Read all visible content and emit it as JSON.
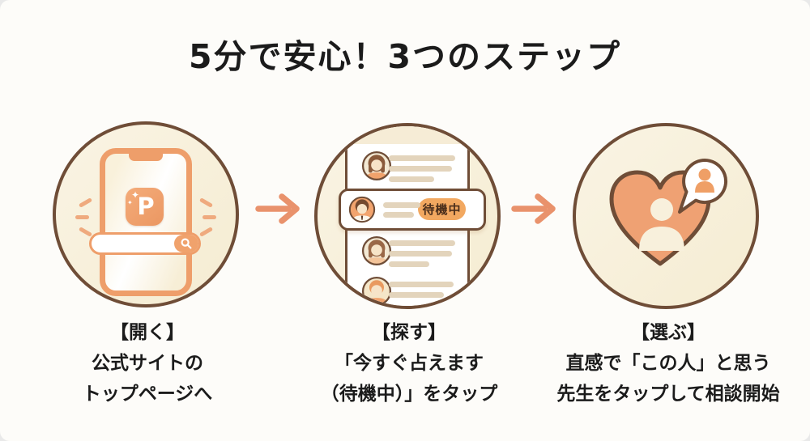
{
  "title": "5分で安心！3つのステップ",
  "steps": [
    {
      "caption_title": "【開く】",
      "caption_line1": "公式サイトの",
      "caption_line2": "トップページへ",
      "logo_letter": "P",
      "icons": [
        "smartphone",
        "app-logo-p-sparkle",
        "search-magnifier",
        "shine-dashes"
      ]
    },
    {
      "caption_title": "【探す】",
      "caption_line1": "「今すぐ占えます",
      "caption_line2": "（待機中）」をタップ",
      "badge_label": "待機中",
      "icons": [
        "teacher-list",
        "teacher-avatars",
        "status-badge"
      ]
    },
    {
      "caption_title": "【選ぶ】",
      "caption_line1": "直感で「この人」と思う",
      "caption_line2": "先生をタップして相談開始",
      "icons": [
        "heart",
        "person-silhouette",
        "chat-bubble-person"
      ]
    }
  ],
  "colors": {
    "background": "#FDFCF9",
    "circle_fill": "#F7EFDB",
    "outline": "#6F4D37",
    "orange": "#EE9E6A",
    "arrow": "#E9926C",
    "badge": "#F2A860",
    "text": "#1B1B1B",
    "bar": "#E3D4BC",
    "cream": "#F8F0DC"
  }
}
